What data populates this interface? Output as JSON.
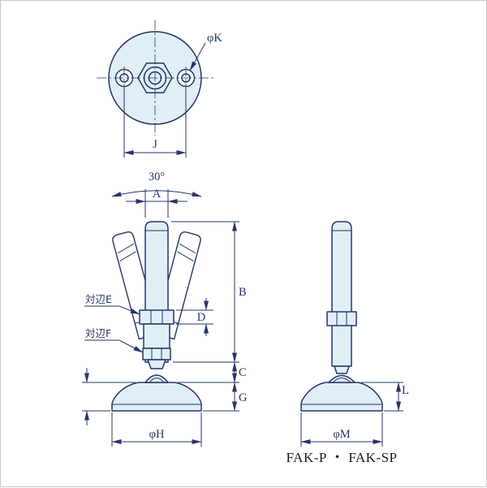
{
  "colors": {
    "line": "#253668",
    "fill": "#e0eff6",
    "caption": "#1a1a1a"
  },
  "views": {
    "top": {
      "labels": {
        "hole_diameter": "φK",
        "hole_pitch": "J"
      }
    },
    "front": {
      "labels": {
        "swivel_angle": "30°",
        "stud_diameter": "A",
        "stud_length": "B",
        "nut_height": "D",
        "flats_upper": "対辺E",
        "flats_lower": "対辺F",
        "neck_height": "C",
        "base_height": "G",
        "base_diameter": "φH"
      }
    },
    "side": {
      "labels": {
        "base_diameter": "φM",
        "base_height": "L"
      }
    }
  },
  "caption": "FAK-P ・ FAK-SP"
}
